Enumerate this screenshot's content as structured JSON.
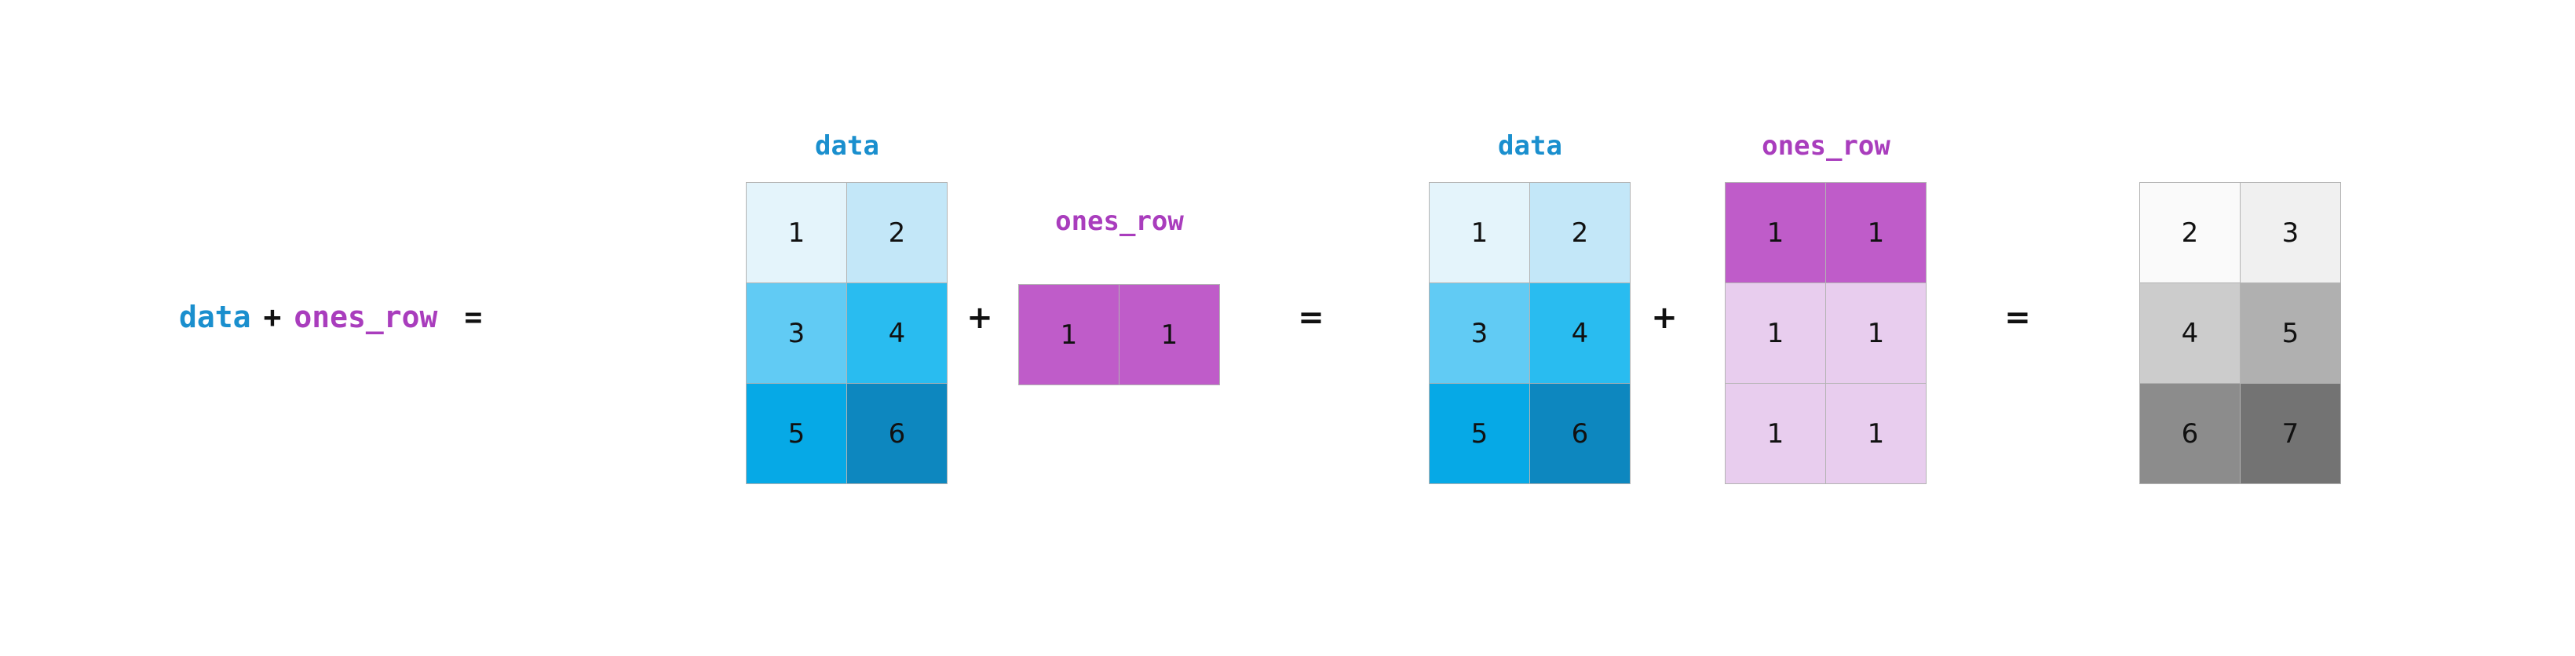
{
  "figure": {
    "title_equation": {
      "lhs_name": "data",
      "plus": "+",
      "rhs_name": "ones_row",
      "equals": "="
    },
    "operators": {
      "plus_1": "+",
      "equals_1": "=",
      "plus_2": "+",
      "equals_2": "="
    },
    "labels": {
      "data": "data",
      "ones_row": "ones_row"
    },
    "colors": {
      "data_accent": "#1a8fce",
      "ones_accent": "#a93dbd",
      "operator": "#111111",
      "grid_line": "#b3b3b3",
      "background": "#ffffff"
    }
  },
  "chart_data": {
    "type": "table",
    "title": "data + ones_row broadcasting diagram",
    "matrices": [
      {
        "id": "data-1",
        "label": "data",
        "label_color": "#1a8fce",
        "rows": 3,
        "cols": 2,
        "values": [
          [
            "1",
            "2"
          ],
          [
            "3",
            "4"
          ],
          [
            "5",
            "6"
          ]
        ],
        "cell_colors": [
          [
            "#e4f4fb",
            "#c3e7f8"
          ],
          [
            "#61cbf4",
            "#29bcf0"
          ],
          [
            "#06a9e6",
            "#0d87bf"
          ]
        ]
      },
      {
        "id": "ones-row-1",
        "label": "ones_row",
        "label_color": "#a93dbd",
        "rows": 1,
        "cols": 2,
        "values": [
          [
            "1",
            "1"
          ]
        ],
        "cell_colors": [
          [
            "#bf5cc9",
            "#bf5cc9"
          ]
        ]
      },
      {
        "id": "data-2",
        "label": "data",
        "label_color": "#1a8fce",
        "rows": 3,
        "cols": 2,
        "values": [
          [
            "1",
            "2"
          ],
          [
            "3",
            "4"
          ],
          [
            "5",
            "6"
          ]
        ],
        "cell_colors": [
          [
            "#e4f4fb",
            "#c3e7f8"
          ],
          [
            "#61cbf4",
            "#29bcf0"
          ],
          [
            "#06a9e6",
            "#0d87bf"
          ]
        ]
      },
      {
        "id": "ones-row-broadcast",
        "label": "ones_row",
        "label_color": "#a93dbd",
        "rows": 3,
        "cols": 2,
        "values": [
          [
            "1",
            "1"
          ],
          [
            "1",
            "1"
          ],
          [
            "1",
            "1"
          ]
        ],
        "cell_colors": [
          [
            "#bf5cc9",
            "#bf5cc9"
          ],
          [
            "#e8cdee",
            "#e8cdee"
          ],
          [
            "#e8cdee",
            "#e8cdee"
          ]
        ]
      },
      {
        "id": "result",
        "label": "",
        "label_color": "",
        "rows": 3,
        "cols": 2,
        "values": [
          [
            "2",
            "3"
          ],
          [
            "4",
            "5"
          ],
          [
            "6",
            "7"
          ]
        ],
        "cell_colors": [
          [
            "#fafafa",
            "#f0f0f0"
          ],
          [
            "#cccccc",
            "#b0b0b0"
          ],
          [
            "#8c8c8c",
            "#737373"
          ]
        ]
      }
    ],
    "equation_text": "data + ones_row =",
    "xlabel": "",
    "ylabel": ""
  }
}
